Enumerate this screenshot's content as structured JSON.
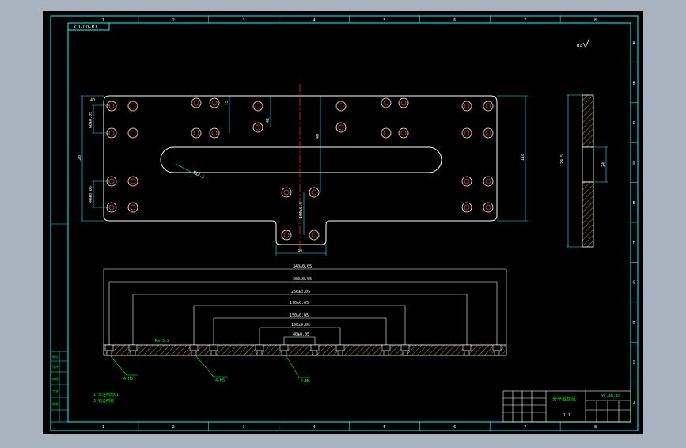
{
  "drawing": {
    "code_box": "CD-CD-R1",
    "title_block_name": "夹平板组成",
    "title_block_code": "YL-AD-A0",
    "scale_note": "1:1",
    "roughness_symbol": "Ra",
    "zone_columns": [
      "1",
      "2",
      "3",
      "4",
      "5",
      "6",
      "7",
      "8"
    ],
    "zone_rows": [
      "A",
      "B",
      "C",
      "D",
      "E",
      "F",
      "G",
      "H",
      "I",
      "J"
    ]
  },
  "plan_view": {
    "dims_left": [
      "40",
      "60±0.05",
      "120",
      "40±0.05"
    ],
    "dim_slot_radius": "R12.5",
    "dims_center": [
      "15",
      "42",
      "100±0.5",
      "40"
    ],
    "dim_height_right": "118",
    "dim_tab_width": "34"
  },
  "side_view": {
    "dim_height": "124.5",
    "dim_slot": "24"
  },
  "bottom_view": {
    "dims": [
      "340±0.05",
      "300±0.05",
      "266±0.05",
      "170±0.05",
      "150±0.05",
      "100±0.05",
      "40±0.05"
    ],
    "callouts": [
      "4-M8",
      "4-M6",
      "2-M6"
    ],
    "heading_note": "Ra 3.2"
  },
  "notes": {
    "left_block_labels": [
      "标记",
      "设计",
      "审核",
      "工艺",
      "批准"
    ],
    "tech_notes": [
      "1.未注倒角C1",
      "2.锐边倒钝"
    ]
  }
}
